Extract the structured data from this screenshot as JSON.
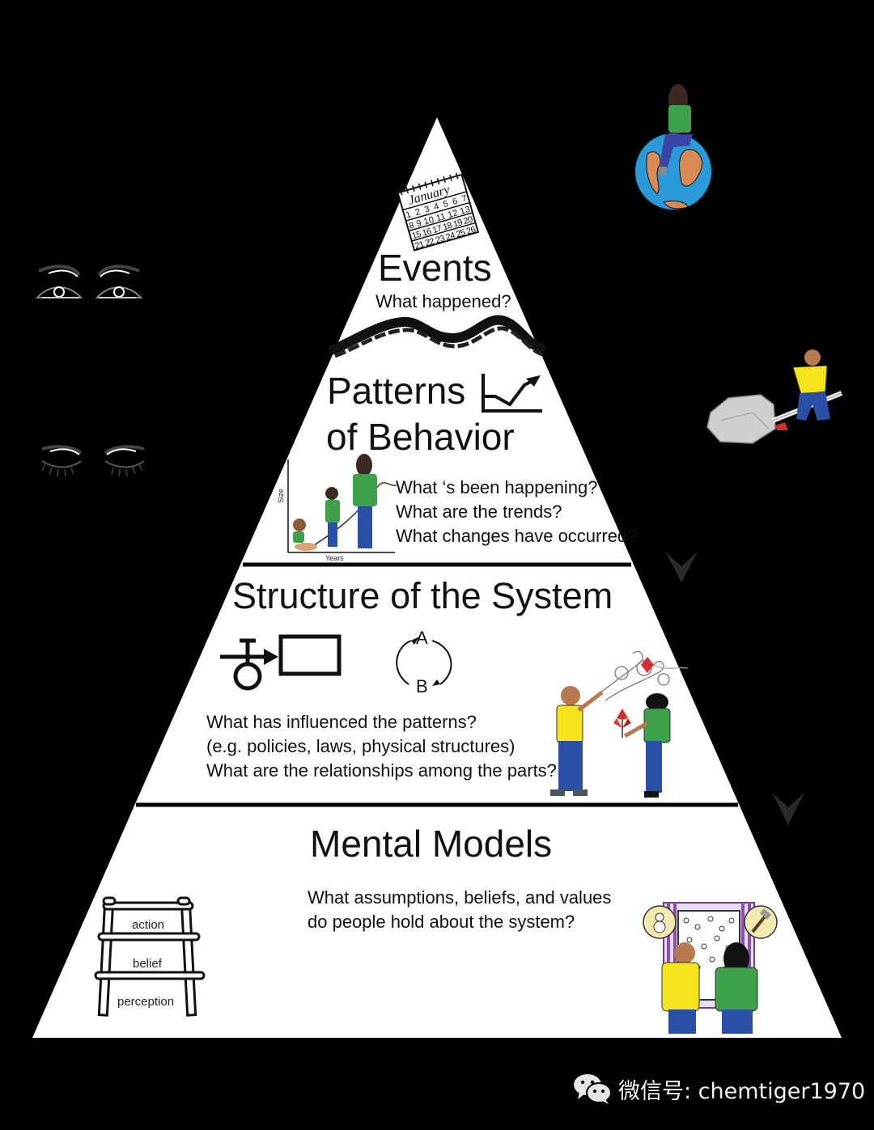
{
  "colors": {
    "background": "#000000",
    "pyramid": "#ffffff",
    "text": "#111111",
    "shirt_green": "#3fa04a",
    "shirt_yellow": "#f5e419",
    "jeans_blue": "#2a4fa6",
    "skin": "#c98a5a",
    "globe_ocean": "#2a9ad8",
    "globe_land": "#d98a55",
    "chevron": "#2a2a2a",
    "curtain_purple": "#8a4fb0"
  },
  "tiers": [
    {
      "title": "Events",
      "questions": [
        "What happened?"
      ],
      "icon": "calendar-icon",
      "calendar": {
        "month": "January",
        "rows": [
          "1 2 3 4 5 6 7",
          "8 9 10 11 12 13",
          "15 16 17 18 19 20",
          "21 22 23 24 25 26"
        ]
      }
    },
    {
      "title_line1": "Patterns",
      "title_line2": "of Behavior",
      "questions": [
        "What ‘s been happening?",
        "What are the trends?",
        "What changes have occurred?"
      ],
      "icon": "trend-chart-icon",
      "graph_axes": {
        "y": "Size",
        "x": "Years"
      }
    },
    {
      "title": "Structure of the System",
      "questions": [
        "What has influenced the patterns?",
        "(e.g. policies, laws, physical structures)",
        "What are the relationships among the parts?"
      ],
      "loop": {
        "a": "A",
        "b": "B"
      }
    },
    {
      "title": "Mental Models",
      "questions": [
        "What assumptions, beliefs, and values",
        "do people hold about the system?"
      ],
      "ladder": [
        "action",
        "belief",
        "perception"
      ]
    }
  ],
  "side_icons": [
    "open-eyes-icon",
    "closed-eyes-icon",
    "globe-thinker-icon",
    "lever-rock-icon",
    "chevron-down-icon"
  ],
  "watermark": {
    "icon": "wechat-icon",
    "text": "微信号: chemtiger1970"
  }
}
